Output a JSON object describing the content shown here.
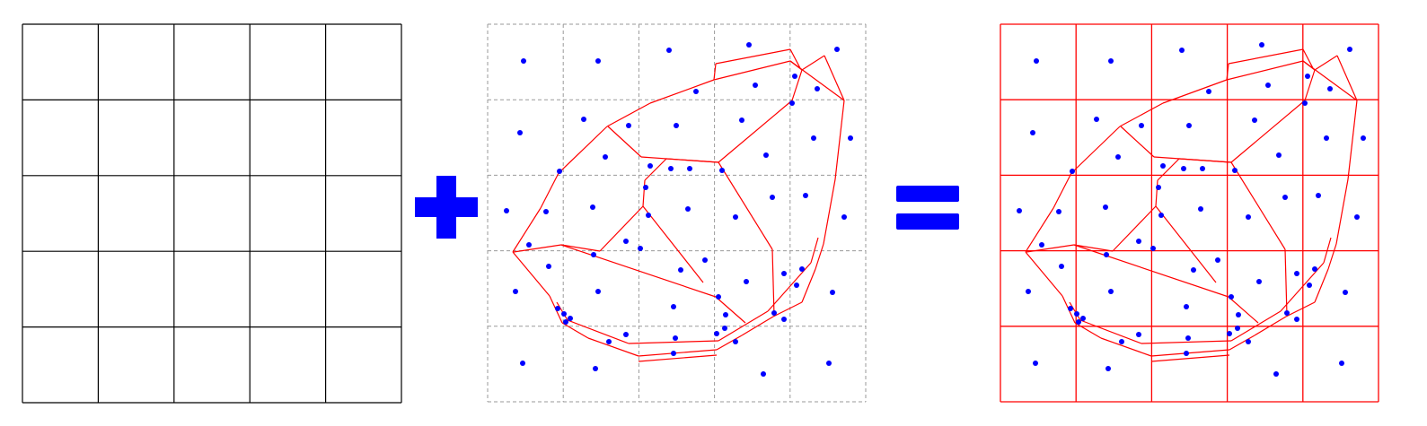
{
  "colors": {
    "background": "#ffffff",
    "grid_line": "#000000",
    "dashed_grid": "#9a9a9a",
    "polygon_line": "#ff0000",
    "point": "#0000ff",
    "operator": "#0000ff"
  },
  "panels": [
    {
      "name": "regular-grid-panel",
      "rows": 5,
      "cols": 5,
      "style": "solid-black"
    },
    {
      "name": "polygons-on-dashed-grid-panel",
      "rows": 5,
      "cols": 5,
      "style": "dashed-gray"
    },
    {
      "name": "merged-red-grid-panel",
      "rows": 5,
      "cols": 5,
      "style": "solid-red"
    }
  ],
  "operators": [
    {
      "name": "plus-sign",
      "symbol": "+"
    },
    {
      "name": "equals-sign",
      "symbol": "="
    }
  ]
}
